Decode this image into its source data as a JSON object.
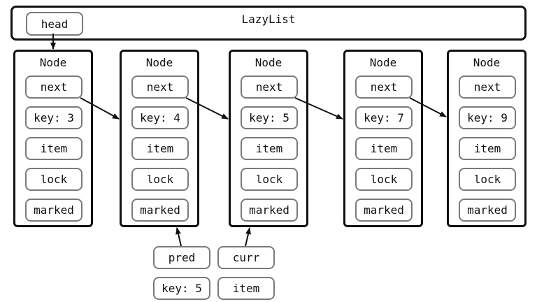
{
  "list": {
    "title": "LazyList",
    "head_label": "head"
  },
  "nodes": [
    {
      "title": "Node",
      "fields": [
        "next",
        "key: 3",
        "item",
        "lock",
        "marked"
      ]
    },
    {
      "title": "Node",
      "fields": [
        "next",
        "key: 4",
        "item",
        "lock",
        "marked"
      ]
    },
    {
      "title": "Node",
      "fields": [
        "next",
        "key: 5",
        "item",
        "lock",
        "marked"
      ]
    },
    {
      "title": "Node",
      "fields": [
        "next",
        "key: 7",
        "item",
        "lock",
        "marked"
      ]
    },
    {
      "title": "Node",
      "fields": [
        "next",
        "key: 9",
        "item",
        "lock",
        "marked"
      ]
    }
  ],
  "pred": {
    "label": "pred",
    "sub": "key: 5"
  },
  "curr": {
    "label": "curr",
    "sub": "item"
  }
}
